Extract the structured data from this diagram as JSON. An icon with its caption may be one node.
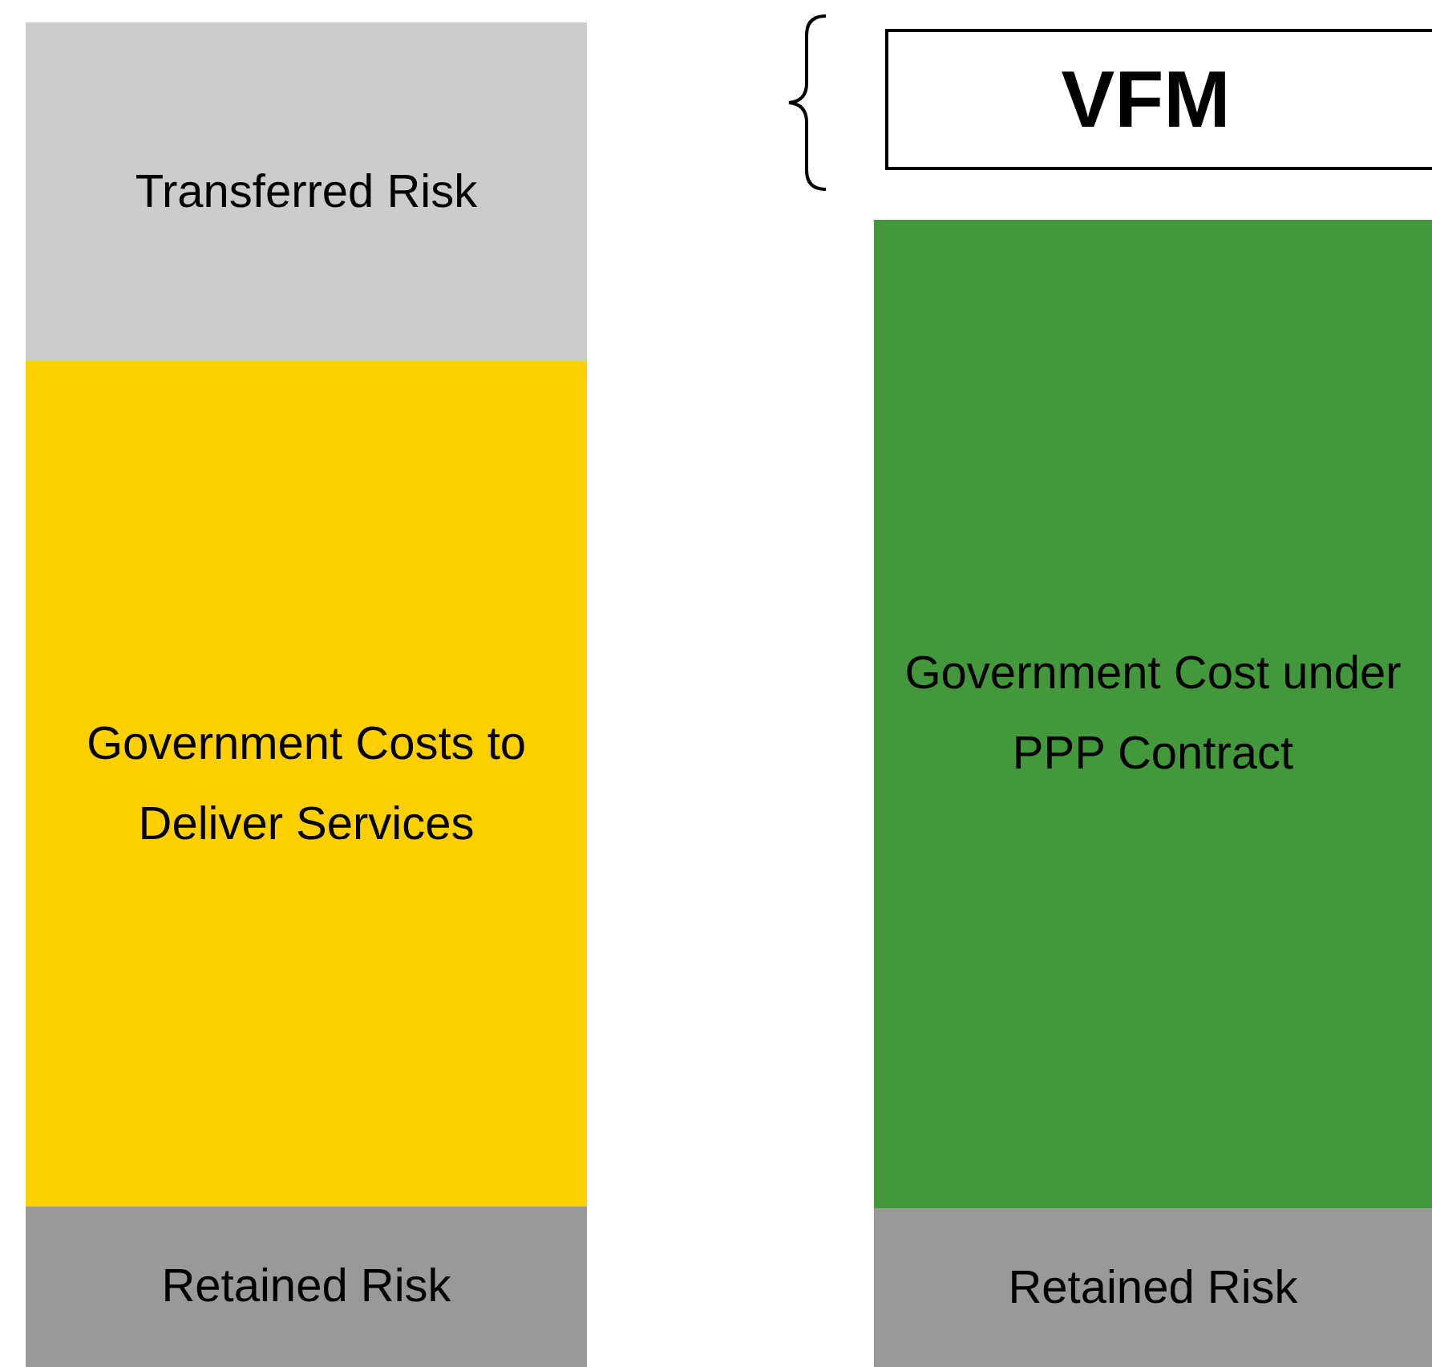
{
  "diagram": {
    "nodes": [
      {
        "text": [
          "Transferred Risk"
        ]
      },
      {
        "text": [
          "Government Costs to Deliver Services"
        ]
      },
      {
        "text": [
          "Retained Risk"
        ]
      },
      {
        "text": [
          "VFM"
        ]
      },
      {
        "text": [
          "Government Cost under PPP Contract"
        ]
      },
      {
        "text": [
          "Retained Risk"
        ]
      }
    ]
  }
}
